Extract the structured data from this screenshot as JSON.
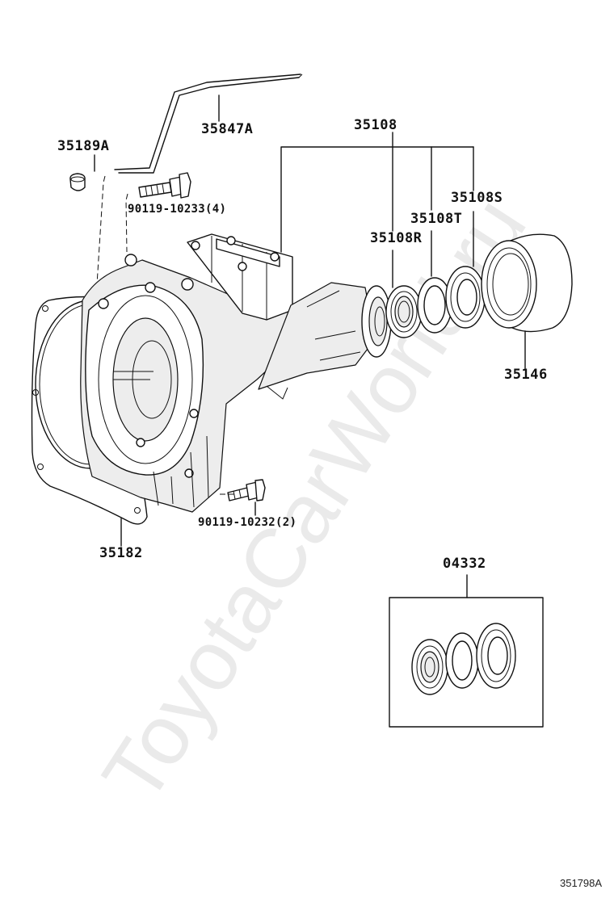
{
  "labels": {
    "p35847a": "35847A",
    "p35189a": "35189A",
    "p35108": "35108",
    "bolt_upper": "90119-10233(4)",
    "p35108s": "35108S",
    "p35108t": "35108T",
    "p35108r": "35108R",
    "p35146": "35146",
    "bolt_lower": "90119-10232(2)",
    "p35182": "35182",
    "p04332": "04332"
  },
  "diagram_ref": "351798A",
  "watermark": "ToyotaCarWorld.ru"
}
